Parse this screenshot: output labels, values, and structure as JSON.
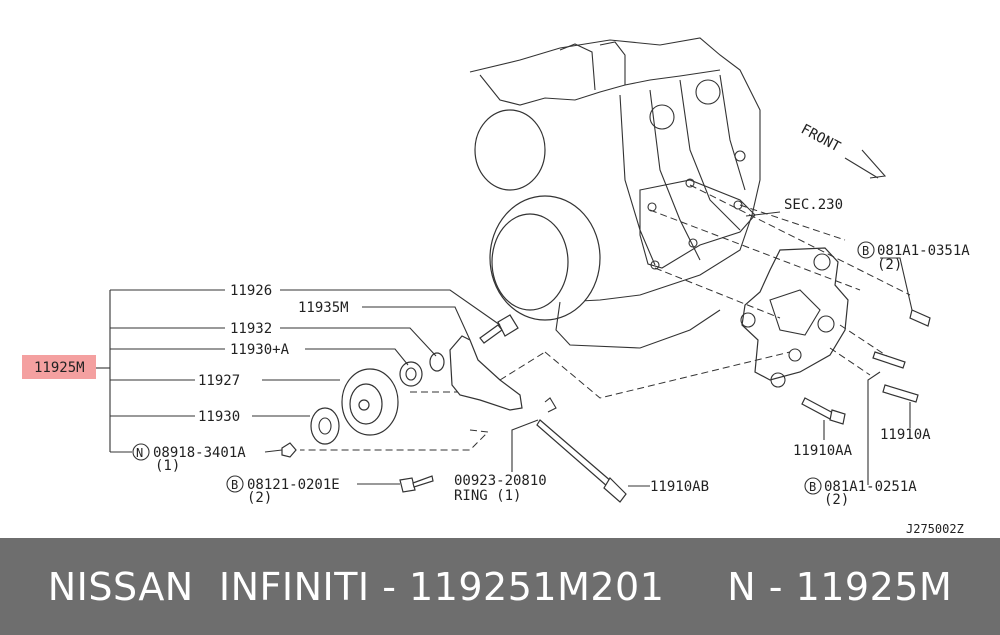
{
  "diagram": {
    "front_label": "FRONT",
    "sec_label": "SEC.230",
    "highlight_color": "#f4a0a0",
    "callouts": [
      {
        "id": "c_11926",
        "text": "11926"
      },
      {
        "id": "c_11935m",
        "text": "11935M"
      },
      {
        "id": "c_11932",
        "text": "11932"
      },
      {
        "id": "c_11930a",
        "text": "11930+A"
      },
      {
        "id": "c_11925m",
        "text": "11925M"
      },
      {
        "id": "c_11927",
        "text": "11927"
      },
      {
        "id": "c_11930",
        "text": "11930"
      },
      {
        "id": "c_n_prefix",
        "text": "N"
      },
      {
        "id": "c_08918",
        "text": "08918-3401A"
      },
      {
        "id": "c_08918_qty",
        "text": "(1)"
      },
      {
        "id": "c_b_prefix1",
        "text": "B"
      },
      {
        "id": "c_08121",
        "text": "08121-0201E"
      },
      {
        "id": "c_08121_qty",
        "text": "(2)"
      },
      {
        "id": "c_00923",
        "text": "00923-20810"
      },
      {
        "id": "c_ring",
        "text": "RING (1)"
      },
      {
        "id": "c_11910ab",
        "text": "11910AB"
      },
      {
        "id": "c_b_prefix2",
        "text": "B"
      },
      {
        "id": "c_081a1_0351",
        "text": "081A1-0351A"
      },
      {
        "id": "c_081a1_0351_qty",
        "text": "(2)"
      },
      {
        "id": "c_11910aa",
        "text": "11910AA"
      },
      {
        "id": "c_11910a",
        "text": "11910A"
      },
      {
        "id": "c_b_prefix3",
        "text": "B"
      },
      {
        "id": "c_081a1_0251",
        "text": "081A1-0251A"
      },
      {
        "id": "c_081a1_0251_qty",
        "text": "(2)"
      },
      {
        "id": "c_ref",
        "text": "J275002Z"
      }
    ]
  },
  "footer": {
    "text": "NISSAN  INFINITI - 119251M201     N - 11925M"
  }
}
